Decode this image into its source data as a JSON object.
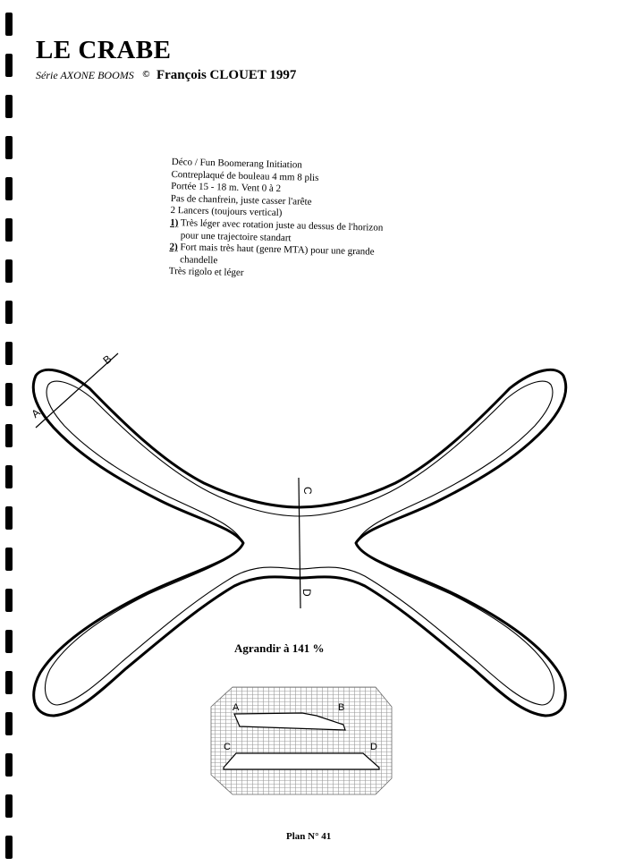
{
  "title": "LE CRABE",
  "series_label": "Série AXONE BOOMS",
  "copyright_symbol": "©",
  "author": "François CLOUET 1997",
  "description": {
    "line1": "Déco / Fun Boomerang Initiation",
    "line2": "Contreplaqué de bouleau 4 mm 8 plis",
    "line3": "Portée 15 - 18 m. Vent 0 à 2",
    "line4": "Pas de chanfrein, juste casser l'arête",
    "line5": "2 Lancers (toujours vertical)",
    "throw1_num": "1)",
    "throw1_text": "Très léger avec rotation juste au dessus de l'horizon",
    "throw1_cont": "pour une trajectoire standart",
    "throw2_num": "2)",
    "throw2_text": "Fort mais très haut (genre MTA) pour une grande",
    "throw2_cont": "chandelle",
    "line_last": "Très rigolo et léger"
  },
  "section_labels": {
    "a": "A",
    "b": "B",
    "c": "C",
    "d": "D"
  },
  "enlarge_note": "Agrandir à 141 %",
  "plan_label": "Plan N° 41"
}
